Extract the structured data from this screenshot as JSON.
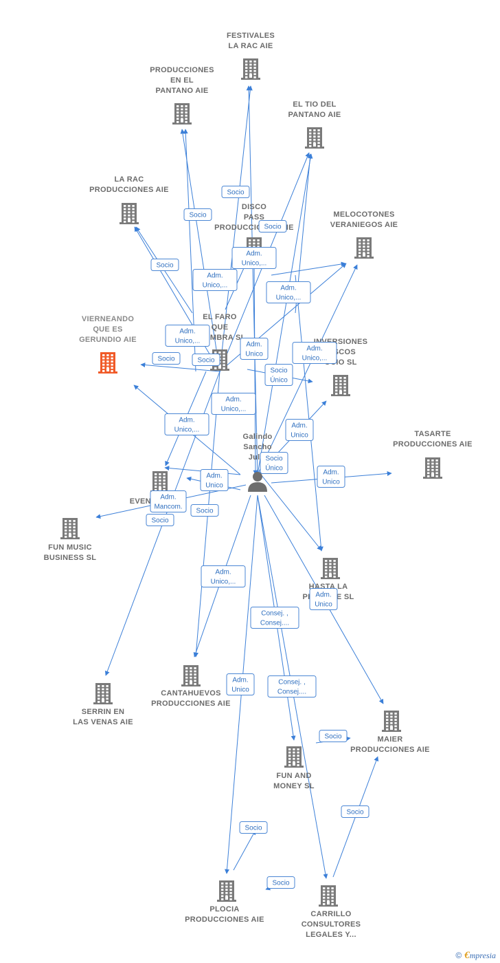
{
  "nodes": [
    {
      "id": "festivales",
      "lines": [
        "FESTIVALES",
        "LA RAC AIE"
      ],
      "kind": "company"
    },
    {
      "id": "pantano",
      "lines": [
        "PRODUCCIONES",
        "EN EL",
        "PANTANO AIE"
      ],
      "kind": "company"
    },
    {
      "id": "tio",
      "lines": [
        "EL TIO DEL",
        "PANTANO AIE"
      ],
      "kind": "company"
    },
    {
      "id": "larac",
      "lines": [
        "LA RAC",
        "PRODUCCIONES AIE"
      ],
      "kind": "company"
    },
    {
      "id": "disco",
      "lines": [
        "DISCO",
        "PASS",
        "PRODUCCIONES AIE"
      ],
      "kind": "company"
    },
    {
      "id": "melocotones",
      "lines": [
        "MELOCOTONES",
        "VERANIEGOS AIE"
      ],
      "kind": "company"
    },
    {
      "id": "vierneando",
      "lines": [
        "VIERNEANDO",
        "QUE ES",
        "GERUNDIO AIE"
      ],
      "kind": "focus"
    },
    {
      "id": "faro",
      "lines": [
        "EL FARO",
        "QUE",
        "ALUMBRA  SL"
      ],
      "kind": "company"
    },
    {
      "id": "inversiones",
      "lines": [
        "INVERSIONES",
        "DISCOS",
        "OCIO  SL"
      ],
      "kind": "company"
    },
    {
      "id": "tasarte",
      "lines": [
        "TASARTE",
        "PRODUCCIONES AIE"
      ],
      "kind": "company"
    },
    {
      "id": "galindo",
      "lines": [
        "Galindo",
        "Sancho",
        "Julia"
      ],
      "kind": "person"
    },
    {
      "id": "eventos",
      "lines": [
        "EVENTOS"
      ],
      "kind": "company"
    },
    {
      "id": "funmusic",
      "lines": [
        "FUN MUSIC",
        "BUSINESS  SL"
      ],
      "kind": "company"
    },
    {
      "id": "hasta",
      "lines": [
        "HASTA LA",
        "PRODUCE  SL"
      ],
      "kind": "company"
    },
    {
      "id": "cantahuevos",
      "lines": [
        "CANTAHUEVOS",
        "PRODUCCIONES AIE"
      ],
      "kind": "company"
    },
    {
      "id": "serrin",
      "lines": [
        "SERRIN EN",
        "LAS VENAS AIE"
      ],
      "kind": "company"
    },
    {
      "id": "maier",
      "lines": [
        "MAIER",
        "PRODUCCIONES AIE"
      ],
      "kind": "company"
    },
    {
      "id": "funmoney",
      "lines": [
        "FUN AND",
        "MONEY  SL"
      ],
      "kind": "company"
    },
    {
      "id": "plocia",
      "lines": [
        "PLOCIA",
        "PRODUCCIONES AIE"
      ],
      "kind": "company"
    },
    {
      "id": "carrillo",
      "lines": [
        "CARRILLO",
        "CONSULTORES",
        "LEGALES Y..."
      ],
      "kind": "company"
    }
  ],
  "edge_labels": [
    {
      "id": "l1",
      "lines": [
        "Socio"
      ]
    },
    {
      "id": "l2",
      "lines": [
        "Socio"
      ]
    },
    {
      "id": "l3",
      "lines": [
        "Socio"
      ]
    },
    {
      "id": "l4",
      "lines": [
        "Socio"
      ]
    },
    {
      "id": "l5",
      "lines": [
        "Adm.",
        "Unico,..."
      ]
    },
    {
      "id": "l6",
      "lines": [
        "Adm.",
        "Unico,..."
      ]
    },
    {
      "id": "l7",
      "lines": [
        "Adm.",
        "Unico,..."
      ]
    },
    {
      "id": "l8",
      "lines": [
        "Adm.",
        "Unico,..."
      ]
    },
    {
      "id": "l9",
      "lines": [
        "Adm.",
        "Unico"
      ]
    },
    {
      "id": "l10",
      "lines": [
        "Socio"
      ]
    },
    {
      "id": "l11",
      "lines": [
        "Socio"
      ]
    },
    {
      "id": "l12",
      "lines": [
        "Adm.",
        "Unico,..."
      ]
    },
    {
      "id": "l13",
      "lines": [
        "Socio",
        "Único"
      ]
    },
    {
      "id": "l14",
      "lines": [
        "Adm.",
        "Unico,..."
      ]
    },
    {
      "id": "l15",
      "lines": [
        "Adm.",
        "Unico,..."
      ]
    },
    {
      "id": "l16",
      "lines": [
        "Adm.",
        "Unico"
      ]
    },
    {
      "id": "l17",
      "lines": [
        "Socio",
        "Único"
      ]
    },
    {
      "id": "l18",
      "lines": [
        "Adm.",
        "Unico"
      ]
    },
    {
      "id": "l19",
      "lines": [
        "Adm.",
        "Unico"
      ]
    },
    {
      "id": "l20",
      "lines": [
        "Adm.",
        "Mancom."
      ]
    },
    {
      "id": "l21",
      "lines": [
        "Socio"
      ]
    },
    {
      "id": "l22",
      "lines": [
        "Socio"
      ]
    },
    {
      "id": "l23",
      "lines": [
        "Adm.",
        "Unico,..."
      ]
    },
    {
      "id": "l24",
      "lines": [
        "Adm.",
        "Unico"
      ]
    },
    {
      "id": "l25",
      "lines": [
        "Consej. ,",
        "Consej...."
      ]
    },
    {
      "id": "l26",
      "lines": [
        "Adm.",
        "Unico"
      ]
    },
    {
      "id": "l27",
      "lines": [
        "Consej. ,",
        "Consej...."
      ]
    },
    {
      "id": "l28",
      "lines": [
        "Socio"
      ]
    },
    {
      "id": "l29",
      "lines": [
        "Socio"
      ]
    },
    {
      "id": "l30",
      "lines": [
        "Socio"
      ]
    },
    {
      "id": "l31",
      "lines": [
        "Socio"
      ]
    }
  ],
  "colors": {
    "edge": "#3b7fd8",
    "company": "#7a7a7a",
    "focus": "#f05a28",
    "person": "#6e6e6e"
  },
  "footer": {
    "copyright": "©",
    "brand_first": "€",
    "brand_rest": "mpresia"
  }
}
